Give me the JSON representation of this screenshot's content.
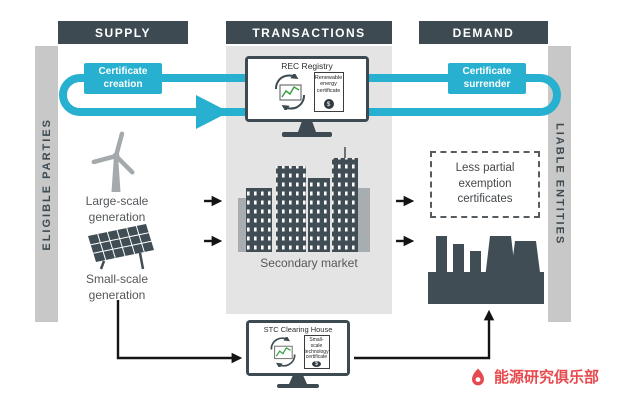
{
  "headers": {
    "supply": "SUPPLY",
    "transactions": "TRANSACTIONS",
    "demand": "DEMAND"
  },
  "sidebars": {
    "left": "ELIGIBLE PARTIES",
    "right": "LIABLE ENTITIES"
  },
  "supply": {
    "certificate_creation": "Certificate creation",
    "large_scale_generation": "Large-scale generation",
    "small_scale_generation": "Small-scale generation"
  },
  "transactions": {
    "rec_registry": "REC Registry",
    "rec_certificate": "Renewable energy certificate",
    "secondary_market": "Secondary market",
    "stc_clearing_house": "STC Clearing House",
    "stc_certificate": "Small-scale technology certificate",
    "certificate_seal": "$"
  },
  "demand": {
    "certificate_surrender": "Certificate surrender",
    "exemption_note": "Less partial exemption certificates"
  },
  "watermark": {
    "text": "能源研究俱乐部"
  },
  "colors": {
    "teal": "#27b0cf",
    "dark": "#3d4a51",
    "panel": "#e4e4e4",
    "sidebar": "#c8c8c8",
    "icon": "#414d54",
    "arrow": "#141414",
    "red": "#e64a4e"
  }
}
